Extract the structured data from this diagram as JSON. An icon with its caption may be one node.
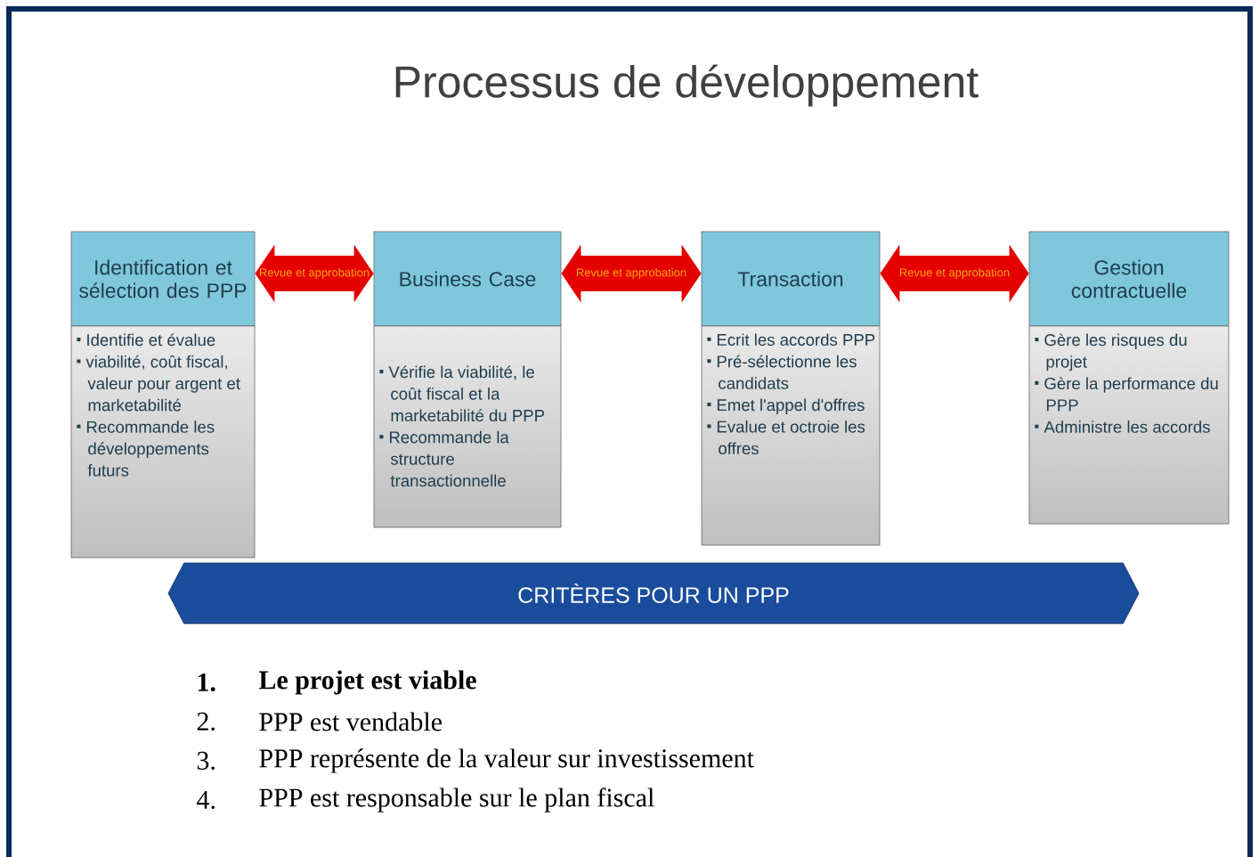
{
  "diagram": {
    "title": "Processus de développement",
    "nodes": [
      {
        "text": [
          "Identification et sélection des PPP"
        ]
      },
      {
        "text": [
          "Business Case"
        ]
      },
      {
        "text": [
          "Transaction"
        ]
      },
      {
        "text": [
          "Gestion contractuelle"
        ]
      },
      {
        "text": [
          "Identifie et évalue",
          "viabilité, coût fiscal, valeur pour argent et marketabilité",
          "Recommande les développements futurs"
        ]
      },
      {
        "text": [
          "Vérifie la viabilité, le coût fiscal et la marketabilité du PPP",
          "Recommande la structure transactionnelle"
        ]
      },
      {
        "text": [
          "Ecrit les accords PPP",
          "Pré-sélectionne les candidats",
          "Emet l'appel d'offres",
          "Evalue et octroie les offres"
        ]
      },
      {
        "text": [
          "Gère les risques du projet",
          "Gère la performance du PPP",
          "Administre les accords"
        ]
      },
      {
        "text": [
          "CRITÈRES POUR UN PPP"
        ]
      }
    ],
    "edges": [
      {
        "from": 0,
        "to": 1,
        "arrow": "both",
        "label": "Revue et approbation"
      },
      {
        "from": 1,
        "to": 2,
        "arrow": "both",
        "label": "Revue et approbation"
      },
      {
        "from": 2,
        "to": 3,
        "arrow": "both",
        "label": "Revue et approbation"
      }
    ],
    "labels": [
      "1.",
      "Le projet est viable",
      "2.",
      "PPP est vendable",
      "3.",
      "PPP représente de la valeur sur investissement",
      "4.",
      "PPP est responsable sur le plan fiscal"
    ]
  }
}
